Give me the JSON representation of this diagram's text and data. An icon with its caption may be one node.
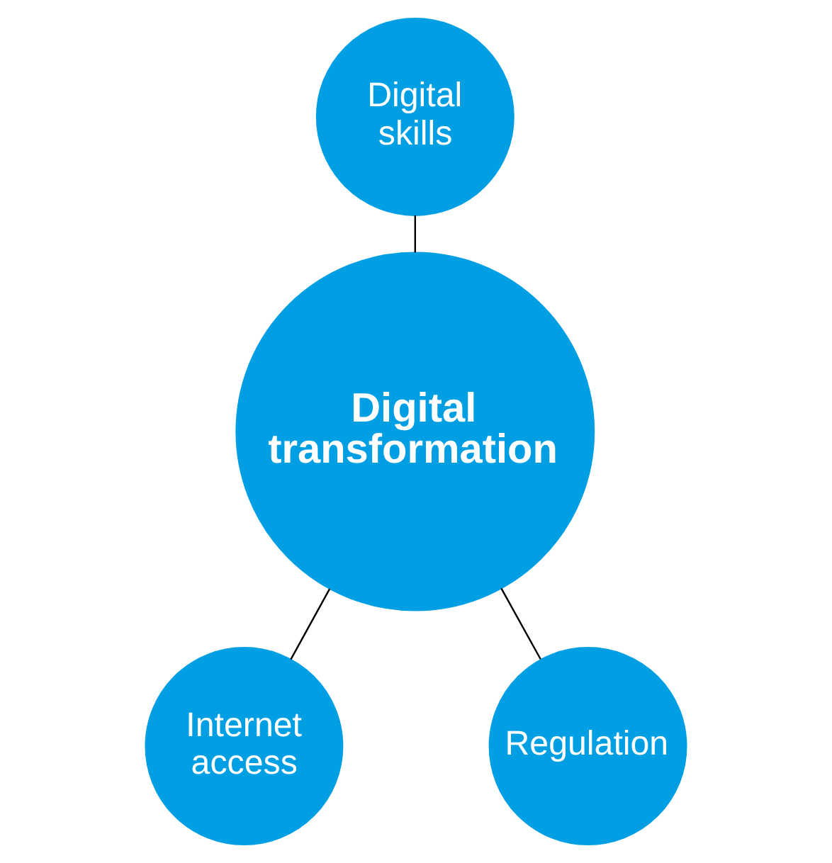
{
  "diagram": {
    "nodes": [
      {
        "text": [
          "Digital skills"
        ]
      },
      {
        "text": [
          "Digital transformation"
        ]
      },
      {
        "text": [
          "Internet access"
        ]
      },
      {
        "text": [
          "Regulation"
        ]
      }
    ],
    "edges": [
      {
        "from": 0,
        "to": 1,
        "arrow": "none"
      },
      {
        "from": 1,
        "to": 2,
        "arrow": "none"
      },
      {
        "from": 1,
        "to": 3,
        "arrow": "none"
      }
    ]
  }
}
